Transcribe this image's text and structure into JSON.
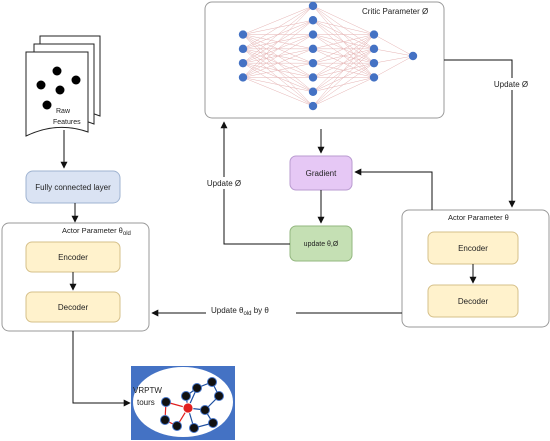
{
  "critic": {
    "title": "Critic Parameter Ø",
    "layers": [
      4,
      8,
      4,
      1
    ]
  },
  "actor_old": {
    "title_prefix": "Actor Parameter θ",
    "title_sub": "old",
    "encoder": "Encoder",
    "decoder": "Decoder"
  },
  "actor_new": {
    "title": "Actor Parameter θ",
    "encoder": "Encoder",
    "decoder": "Decoder"
  },
  "raw_features": {
    "line1": "Raw",
    "line2": "Features"
  },
  "fc_layer": "Fully connected layer",
  "gradient": "Gradient",
  "update_box": "update θ,Ø",
  "labels": {
    "update_phi_right": "Update Ø",
    "update_phi_left": "Update Ø",
    "update_theta_prefix": "Update θ",
    "update_theta_sub": "old",
    "update_theta_suffix": " by θ"
  },
  "tours": {
    "line1": "VRPTW",
    "line2": "tours"
  },
  "colors": {
    "node_blue": "#4472c4",
    "fc_fill": "#dae3f3",
    "gradient_fill": "#e6c8f5",
    "update_fill": "#c5e0b4",
    "module_fill": "#fff2cc",
    "tours_bg": "#4472c4",
    "tour_red": "#e11f1f"
  }
}
